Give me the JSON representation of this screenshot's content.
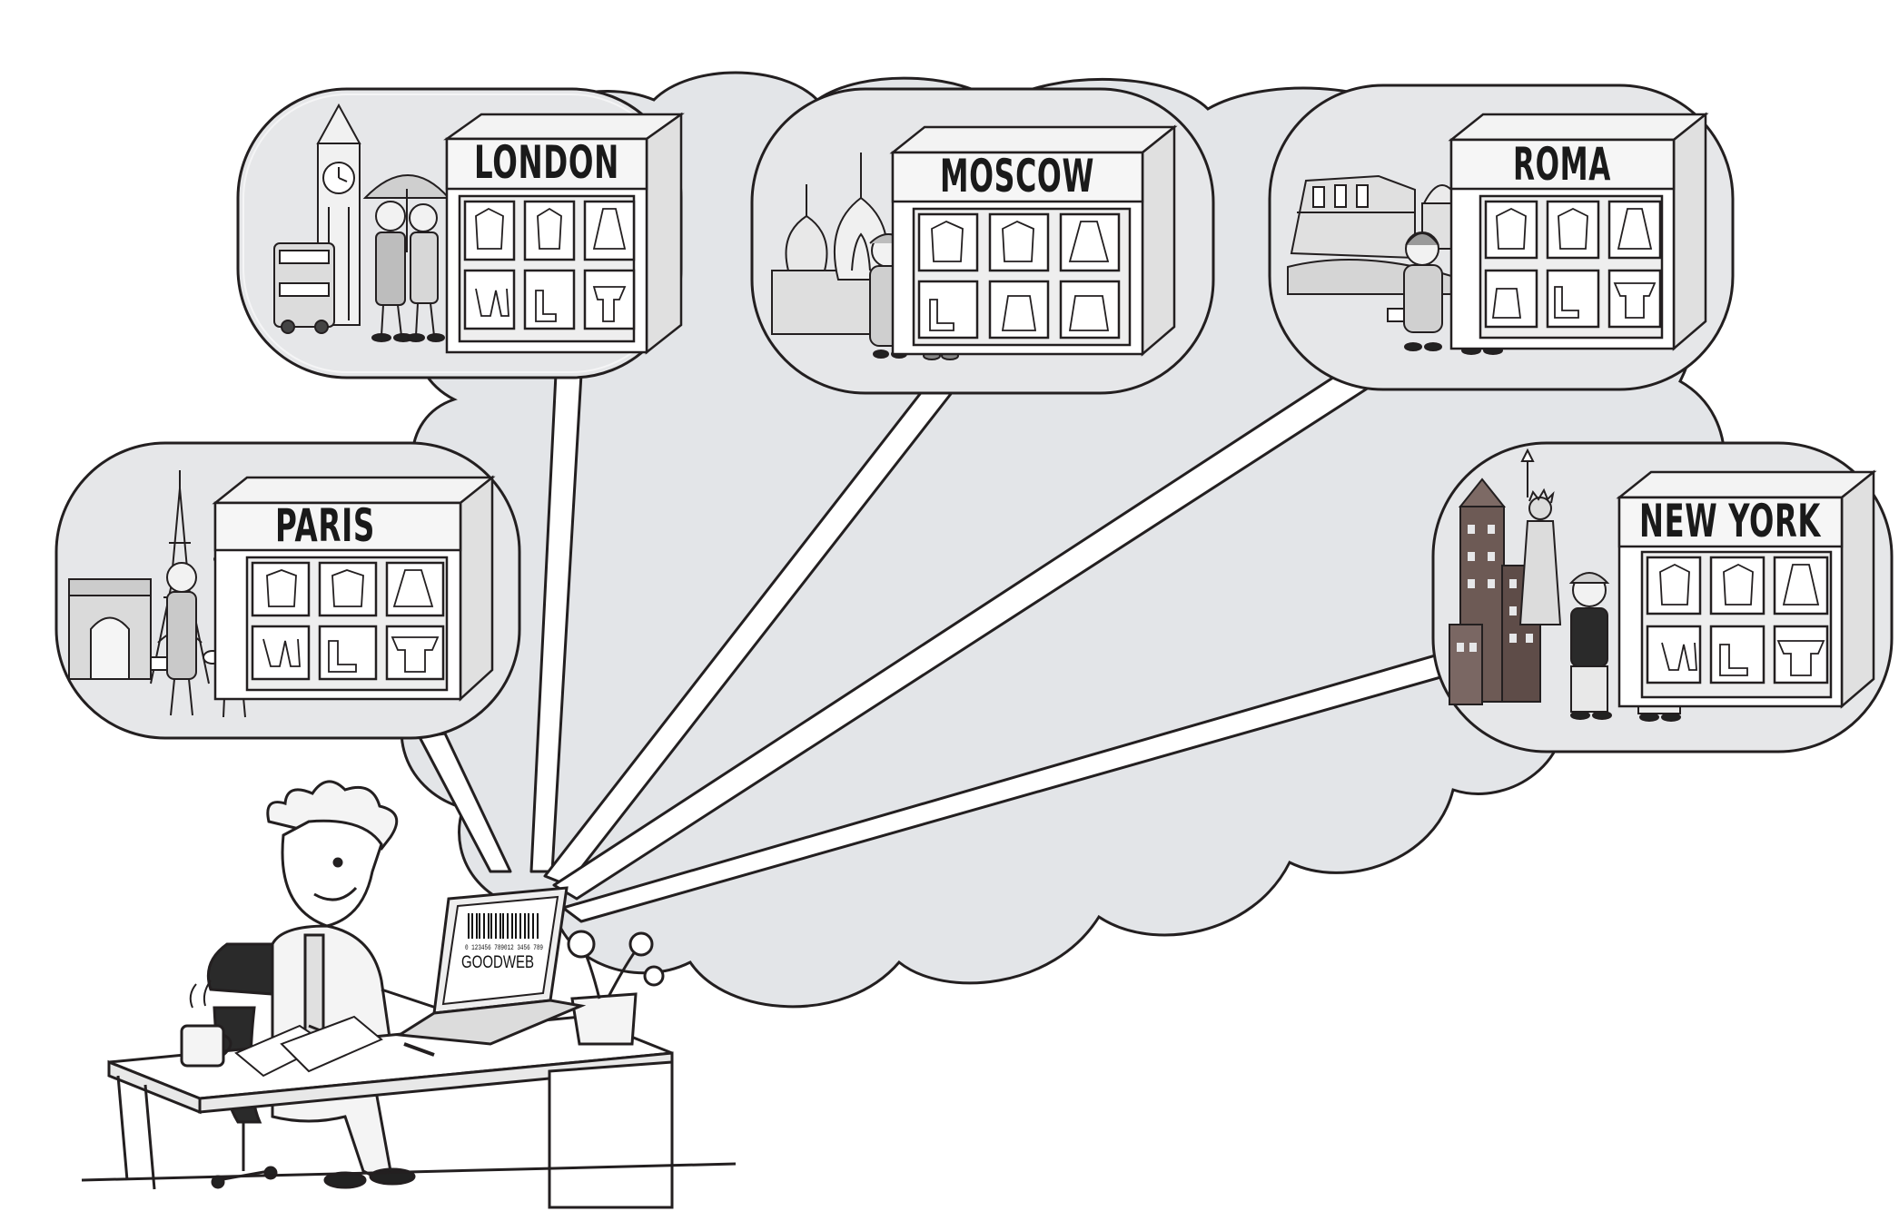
{
  "illustration": {
    "title": "",
    "colors": {
      "cloud_fill": "#e3e5e8",
      "bubble_fill": "#e6e7e9",
      "outline": "#231f20",
      "beam_fill": "#ffffff",
      "building_brown": "#6d5a55"
    },
    "laptop": {
      "label": "GOODWEB",
      "barcode_digits": "0 123456 789012 3456 789"
    },
    "cities": [
      {
        "id": "london",
        "name": "LONDON",
        "landmark": "big-ben-icon"
      },
      {
        "id": "moscow",
        "name": "MOSCOW",
        "landmark": "onion-domes-icon"
      },
      {
        "id": "roma",
        "name": "ROMA",
        "landmark": "colosseum-icon"
      },
      {
        "id": "paris",
        "name": "PARIS",
        "landmark": "eiffel-tower-icon"
      },
      {
        "id": "newyork",
        "name": "NEW YORK",
        "landmark": "statue-of-liberty-icon"
      }
    ]
  }
}
